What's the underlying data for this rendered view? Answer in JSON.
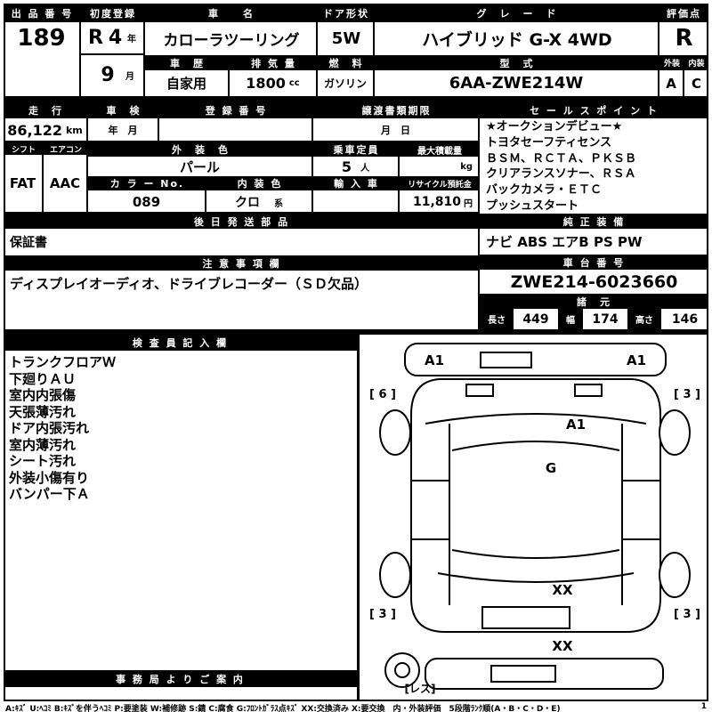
{
  "header": {
    "auction_no": {
      "label": "出 品 番 号",
      "value": "189"
    },
    "first_reg": {
      "label": "初度登録",
      "era": "R",
      "year": "4",
      "year_unit": "年",
      "month": "9",
      "month_unit": "月"
    },
    "car_name": {
      "label": "車　　名",
      "value": "カローラツーリング"
    },
    "door": {
      "label": "ドア形状",
      "value": "5W"
    },
    "grade": {
      "label": "グ　レ　ー　ド",
      "value": "ハイブリッド G-X 4WD"
    },
    "score": {
      "label": "評価点",
      "value": "R"
    },
    "history": {
      "label": "車　歴",
      "value": "自家用"
    },
    "displacement": {
      "label": "排 気 量",
      "value": "1800",
      "unit": "cc"
    },
    "fuel": {
      "label": "燃　料",
      "value": "ガソリン"
    },
    "model": {
      "label": "型　式",
      "value": "6AA-ZWE214W"
    },
    "exterior": {
      "label": "外装",
      "value": "A"
    },
    "interior": {
      "label": "内装",
      "value": "C"
    }
  },
  "info": {
    "mileage": {
      "label": "走　行",
      "value": "86,122",
      "unit": "km"
    },
    "inspection": {
      "label": "車　検",
      "value": "年　月"
    },
    "reg_no": {
      "label": "登 録 番 号",
      "value": ""
    },
    "transfer": {
      "label": "譲渡書類期限",
      "value": "月　日"
    },
    "shift": {
      "label": "シフト",
      "value": "FAT"
    },
    "aircon": {
      "label": "エアコン",
      "value": "AAC"
    },
    "ext_color": {
      "label": "外　装　色",
      "value": "パール"
    },
    "capacity": {
      "label": "乗車定員",
      "value": "5",
      "unit": "人"
    },
    "max_load": {
      "label": "最大積載量",
      "value": "",
      "unit": "kg"
    },
    "color_no": {
      "label": "カ ラ ー No.",
      "value": "089"
    },
    "int_color": {
      "label": "内 装 色",
      "value": "クロ",
      "suffix": "系"
    },
    "import_car": {
      "label": "輸 入 車",
      "value": ""
    },
    "recycle": {
      "label": "リサイクル預託金",
      "value": "11,810",
      "unit": "円"
    },
    "later_parts": {
      "label": "後 日 発 送 部 品",
      "value": "保証書"
    },
    "caution": {
      "label": "注 意 事 項 欄",
      "value": "ディスプレイオーディオ、ドライブレコーダー（ＳＤ欠品）"
    }
  },
  "right": {
    "sales": {
      "label": "セ ー ル ス ポ イ ン ト",
      "lines": [
        "★オークションデビュー★",
        "トヨタセーフティセンス",
        "ＢＳＭ、ＲＣＴＡ、ＰＫＳＢ",
        "クリアランスソナー、ＲＳＡ",
        "バックカメラ・ＥＴＣ",
        "プッシュスタート"
      ]
    },
    "equipment": {
      "label": "純 正 装 備",
      "value": "ナビ ABS エアB PS PW"
    },
    "chassis": {
      "label": "車 台 番 号",
      "value": "ZWE214-6023660"
    },
    "specs": {
      "label": "諸　元",
      "length_label": "長さ",
      "length": "449",
      "width_label": "幅",
      "width": "174",
      "height_label": "高さ",
      "height": "146"
    }
  },
  "inspector": {
    "label": "検 査 員 記 入 欄",
    "notes": [
      "トランクフロアＷ",
      "下廻りＡＵ",
      "室内内張傷",
      "天張薄汚れ",
      "ドア内張汚れ",
      "室内薄汚れ",
      "シート汚れ",
      "外装小傷有り",
      "バンパー下Ａ"
    ]
  },
  "office": {
    "label": "事 務 局 よ り ご 案 内"
  },
  "diagram": {
    "marks": {
      "front_left": "A1",
      "front_right": "A1",
      "side_left_front": "[ 6 ]",
      "side_right_front": "[ 3 ]",
      "hood": "A1",
      "glass": "G",
      "rear_gate": "XX",
      "side_left_rear": "[ 3 ]",
      "side_right_rear": "[ 3 ]",
      "rear_bumper": "XX",
      "spare": "[レス]"
    }
  },
  "legend": {
    "text": "A:ｷｽﾞ U:ﾍｺﾐ B:ｷｽﾞを伴うﾍｺﾐ P:要塗装 W:補修跡 S:錆 C:腐食 G:ﾌﾛﾝﾄｶﾞﾗｽ点ｷｽﾞ XX:交換済み X:要交換　内・外装評価　5段階ﾗﾝｸ順(A・B・C・D・E)",
    "page": "1"
  }
}
